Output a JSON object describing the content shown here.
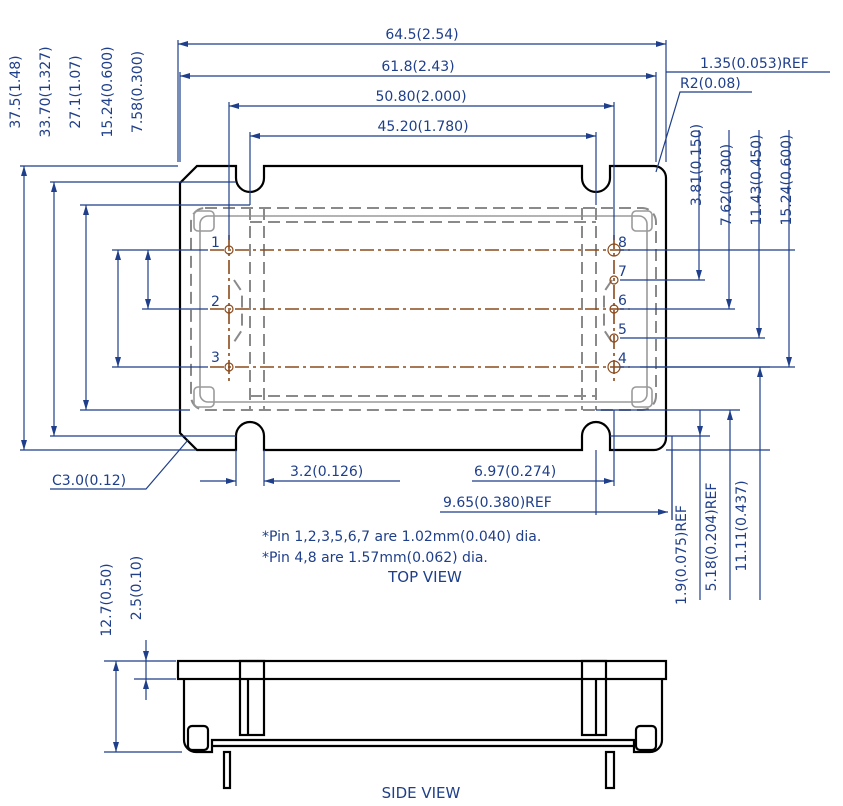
{
  "top_dimensions": {
    "overall_width": "64.5(2.54)",
    "width_61_8": "61.8(2.43)",
    "pin_span_50_80": "50.80(2.000)",
    "slot_span_45_20": "45.20(1.780)",
    "ref_1_35": "1.35(0.053)REF",
    "radius": "R2(0.08)",
    "chamfer": "C3.0(0.12)",
    "dim_3_2": "3.2(0.126)",
    "dim_6_97": "6.97(0.274)",
    "dim_9_65": "9.65(0.380)REF"
  },
  "left_dimensions": [
    "37.5(1.48)",
    "33.70(1.327)",
    "27.1(1.07)",
    "15.24(0.600)",
    "7.58(0.300)"
  ],
  "right_dimensions": [
    "3.81(0.150)",
    "7.62(0.300)",
    "11.43(0.450)",
    "15.24(0.600)"
  ],
  "bottom_right_dimensions": [
    "1.9(0.075)REF",
    "5.18(0.204)REF",
    "11.11(0.437)"
  ],
  "pins": {
    "left": [
      "1",
      "2",
      "3"
    ],
    "right": [
      "8",
      "7",
      "6",
      "5",
      "4"
    ]
  },
  "notes": [
    "*Pin 1,2,3,5,6,7 are 1.02mm(0.040) dia.",
    "*Pin 4,8 are 1.57mm(0.062) dia."
  ],
  "top_view_label": "TOP VIEW",
  "side_dimensions": [
    "12.7(0.50)",
    "2.5(0.10)"
  ],
  "side_view_label": "SIDE VIEW",
  "colors": {
    "dimension": "#1f3f8a",
    "outline": "#000000",
    "hidden": "#8a8a8a",
    "pin_center": "#8b4a1c"
  }
}
